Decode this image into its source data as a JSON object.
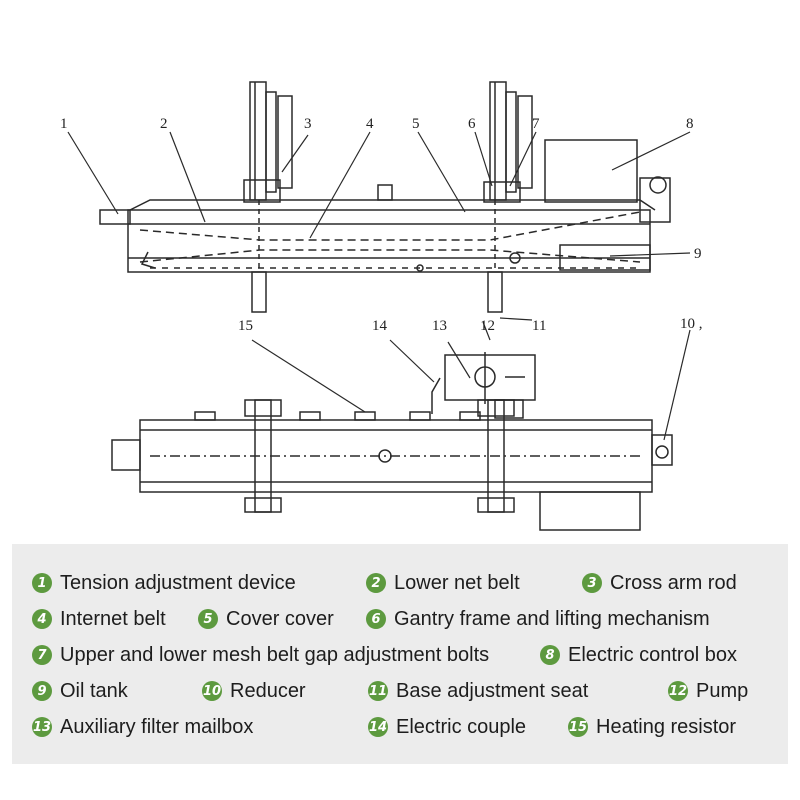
{
  "callouts": [
    "1",
    "2",
    "3",
    "4",
    "5",
    "6",
    "7",
    "8",
    "9",
    "10 ,",
    "11",
    "12",
    "13",
    "14",
    "15"
  ],
  "legend": [
    {
      "num": "1",
      "label": "Tension adjustment device"
    },
    {
      "num": "2",
      "label": "Lower net belt"
    },
    {
      "num": "3",
      "label": "Cross arm rod"
    },
    {
      "num": "4",
      "label": "Internet belt"
    },
    {
      "num": "5",
      "label": "Cover cover"
    },
    {
      "num": "6",
      "label": "Gantry frame and lifting mechanism"
    },
    {
      "num": "7",
      "label": "Upper and lower mesh belt gap adjustment bolts"
    },
    {
      "num": "8",
      "label": "Electric control box"
    },
    {
      "num": "9",
      "label": "Oil tank"
    },
    {
      "num": "10",
      "label": "Reducer"
    },
    {
      "num": "11",
      "label": "Base adjustment seat"
    },
    {
      "num": "12",
      "label": "Pump"
    },
    {
      "num": "13",
      "label": "Auxiliary filter mailbox"
    },
    {
      "num": "14",
      "label": "Electric couple"
    },
    {
      "num": "15",
      "label": "Heating resistor"
    }
  ],
  "colors": {
    "badge": "#5d9a3f",
    "legend_bg": "#ececec",
    "line": "#2a2a2a"
  }
}
